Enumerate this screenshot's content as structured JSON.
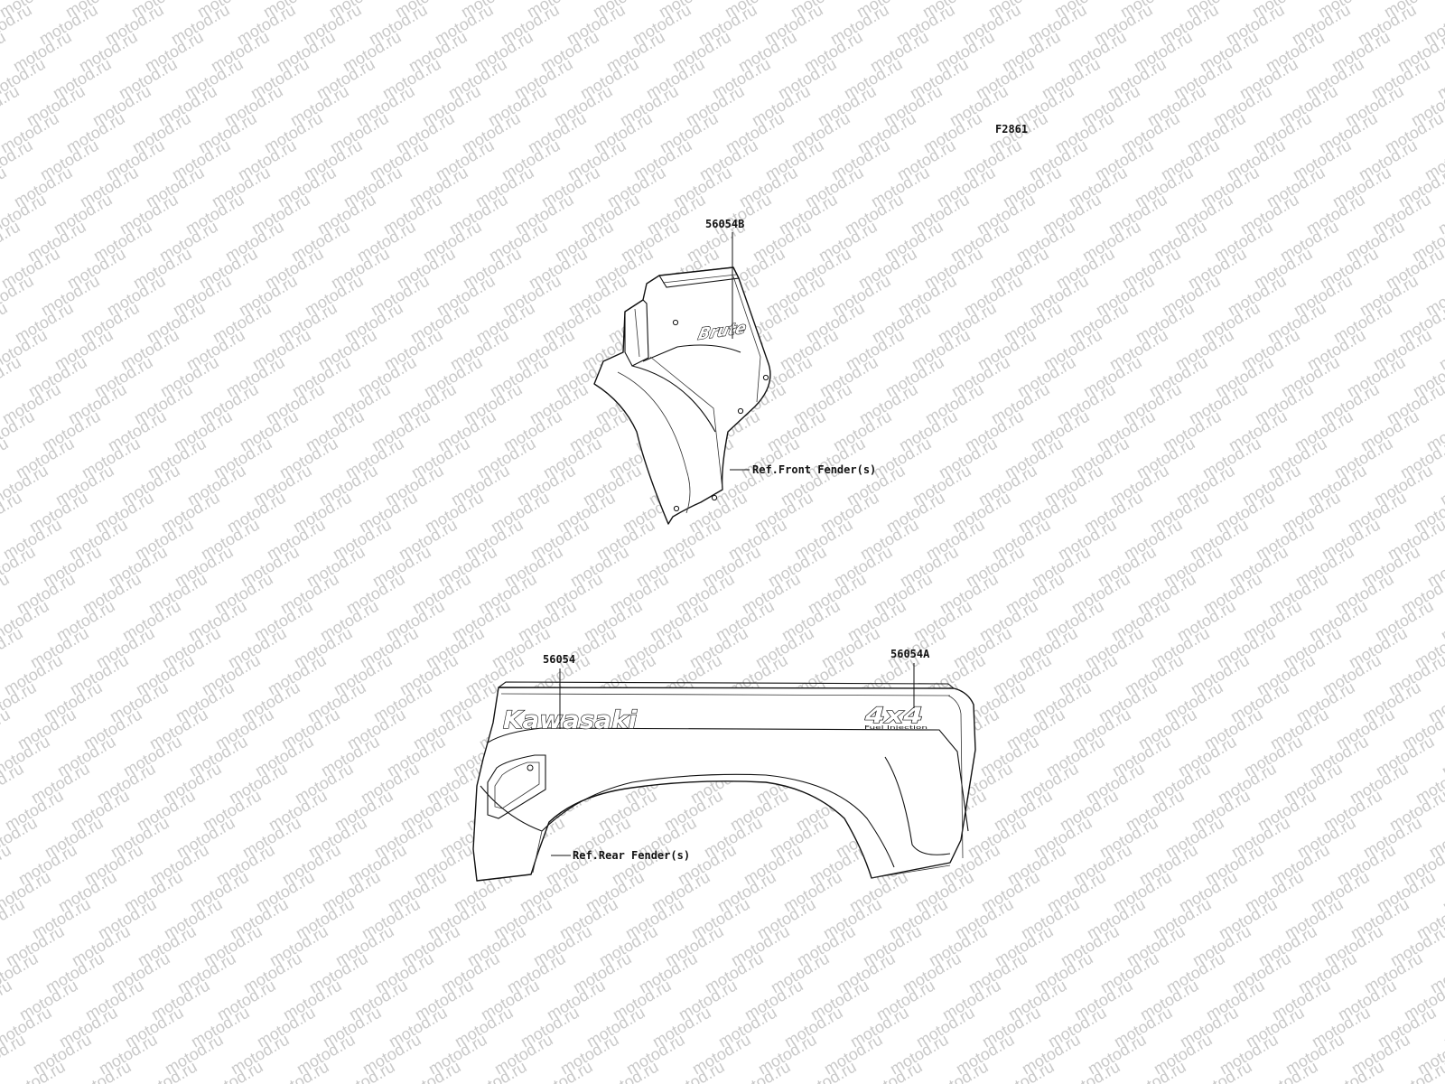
{
  "watermark": {
    "text": "motod.ru",
    "color": "#c9c9c9"
  },
  "figure_code": "F2861",
  "callouts": {
    "front_decal": "56054B",
    "front_ref": "Ref.Front Fender(s)",
    "rear_decal_left": "56054",
    "rear_decal_right": "56054A",
    "rear_ref": "Ref.Rear Fender(s)"
  },
  "decals": {
    "front_logo": "Brute",
    "rear_logo": "Kawasaki",
    "rear_badge": "4x4",
    "rear_badge_sub": "Fuel Injection"
  },
  "colors": {
    "line": "#111111",
    "background": "#ffffff"
  }
}
